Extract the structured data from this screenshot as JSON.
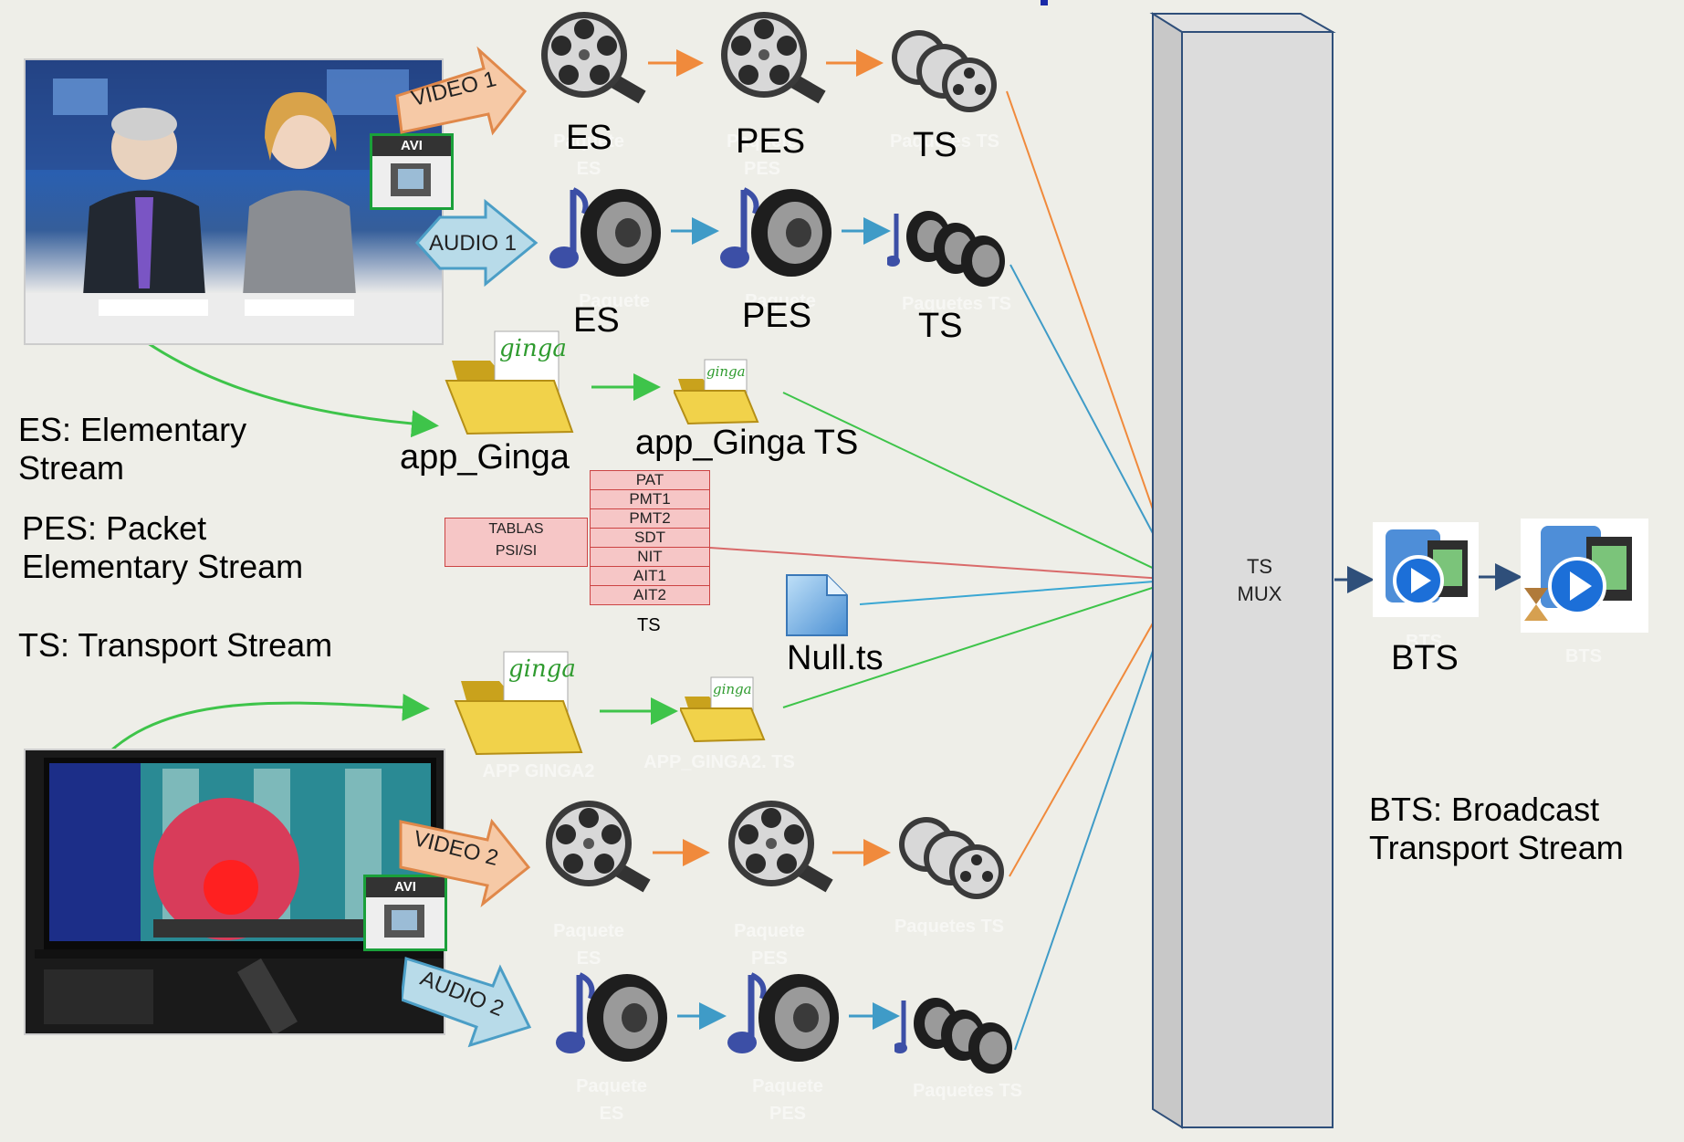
{
  "labels": {
    "video1": "VIDEO 1",
    "audio1": "AUDIO 1",
    "video2": "VIDEO 2",
    "audio2": "AUDIO 2",
    "avi1": "AVI",
    "avi2": "AVI",
    "v1_es": "ES",
    "v1_pes": "PES",
    "v1_ts": "TS",
    "a1_es": "ES",
    "a1_pes": "PES",
    "a1_ts": "TS",
    "app1": "app_Ginga",
    "app1_ts": "app_Ginga TS",
    "app2_ghost": "APP GINGA2",
    "app2_ts_ghost": "APP_GINGA2. TS",
    "null_ts": "Null.ts",
    "bts": "BTS",
    "bts_ghost1": "BTS",
    "bts_ghost2": "BTS",
    "mux_line1": "TS",
    "mux_line2": "MUX",
    "tablas_line1": "TABLAS",
    "tablas_line2": "PSI/SI",
    "tables_ts": "TS"
  },
  "ghost": {
    "paquete_es": "Paquete ES",
    "paquete_pes": "Paquete PES",
    "paquetes_ts": "Paquetes TS",
    "paquete": "Paquete",
    "es": "ES",
    "pes": "PES"
  },
  "tables": [
    "PAT",
    "PMT1",
    "PMT2",
    "SDT",
    "NIT",
    "AIT1",
    "AIT2"
  ],
  "legend": {
    "es": "ES: Elementary Stream",
    "pes": "PES: Packet Elementary Stream",
    "ts": "TS: Transport Stream",
    "bts": "BTS: Broadcast Transport Stream"
  },
  "colors": {
    "video": "#f08a3c",
    "audio": "#3f9bc7",
    "app": "#3ec44a",
    "tables": "#d96a6a",
    "null": "#3aa7d3",
    "mux_face": "#dcdcdc",
    "mux_edge": "#2f4f7a"
  },
  "icons": {
    "film": "film-reel-icon",
    "speaker": "speaker-icon",
    "folder": "ginga-folder-icon",
    "file": "file-icon",
    "bts": "bts-media-icon"
  }
}
